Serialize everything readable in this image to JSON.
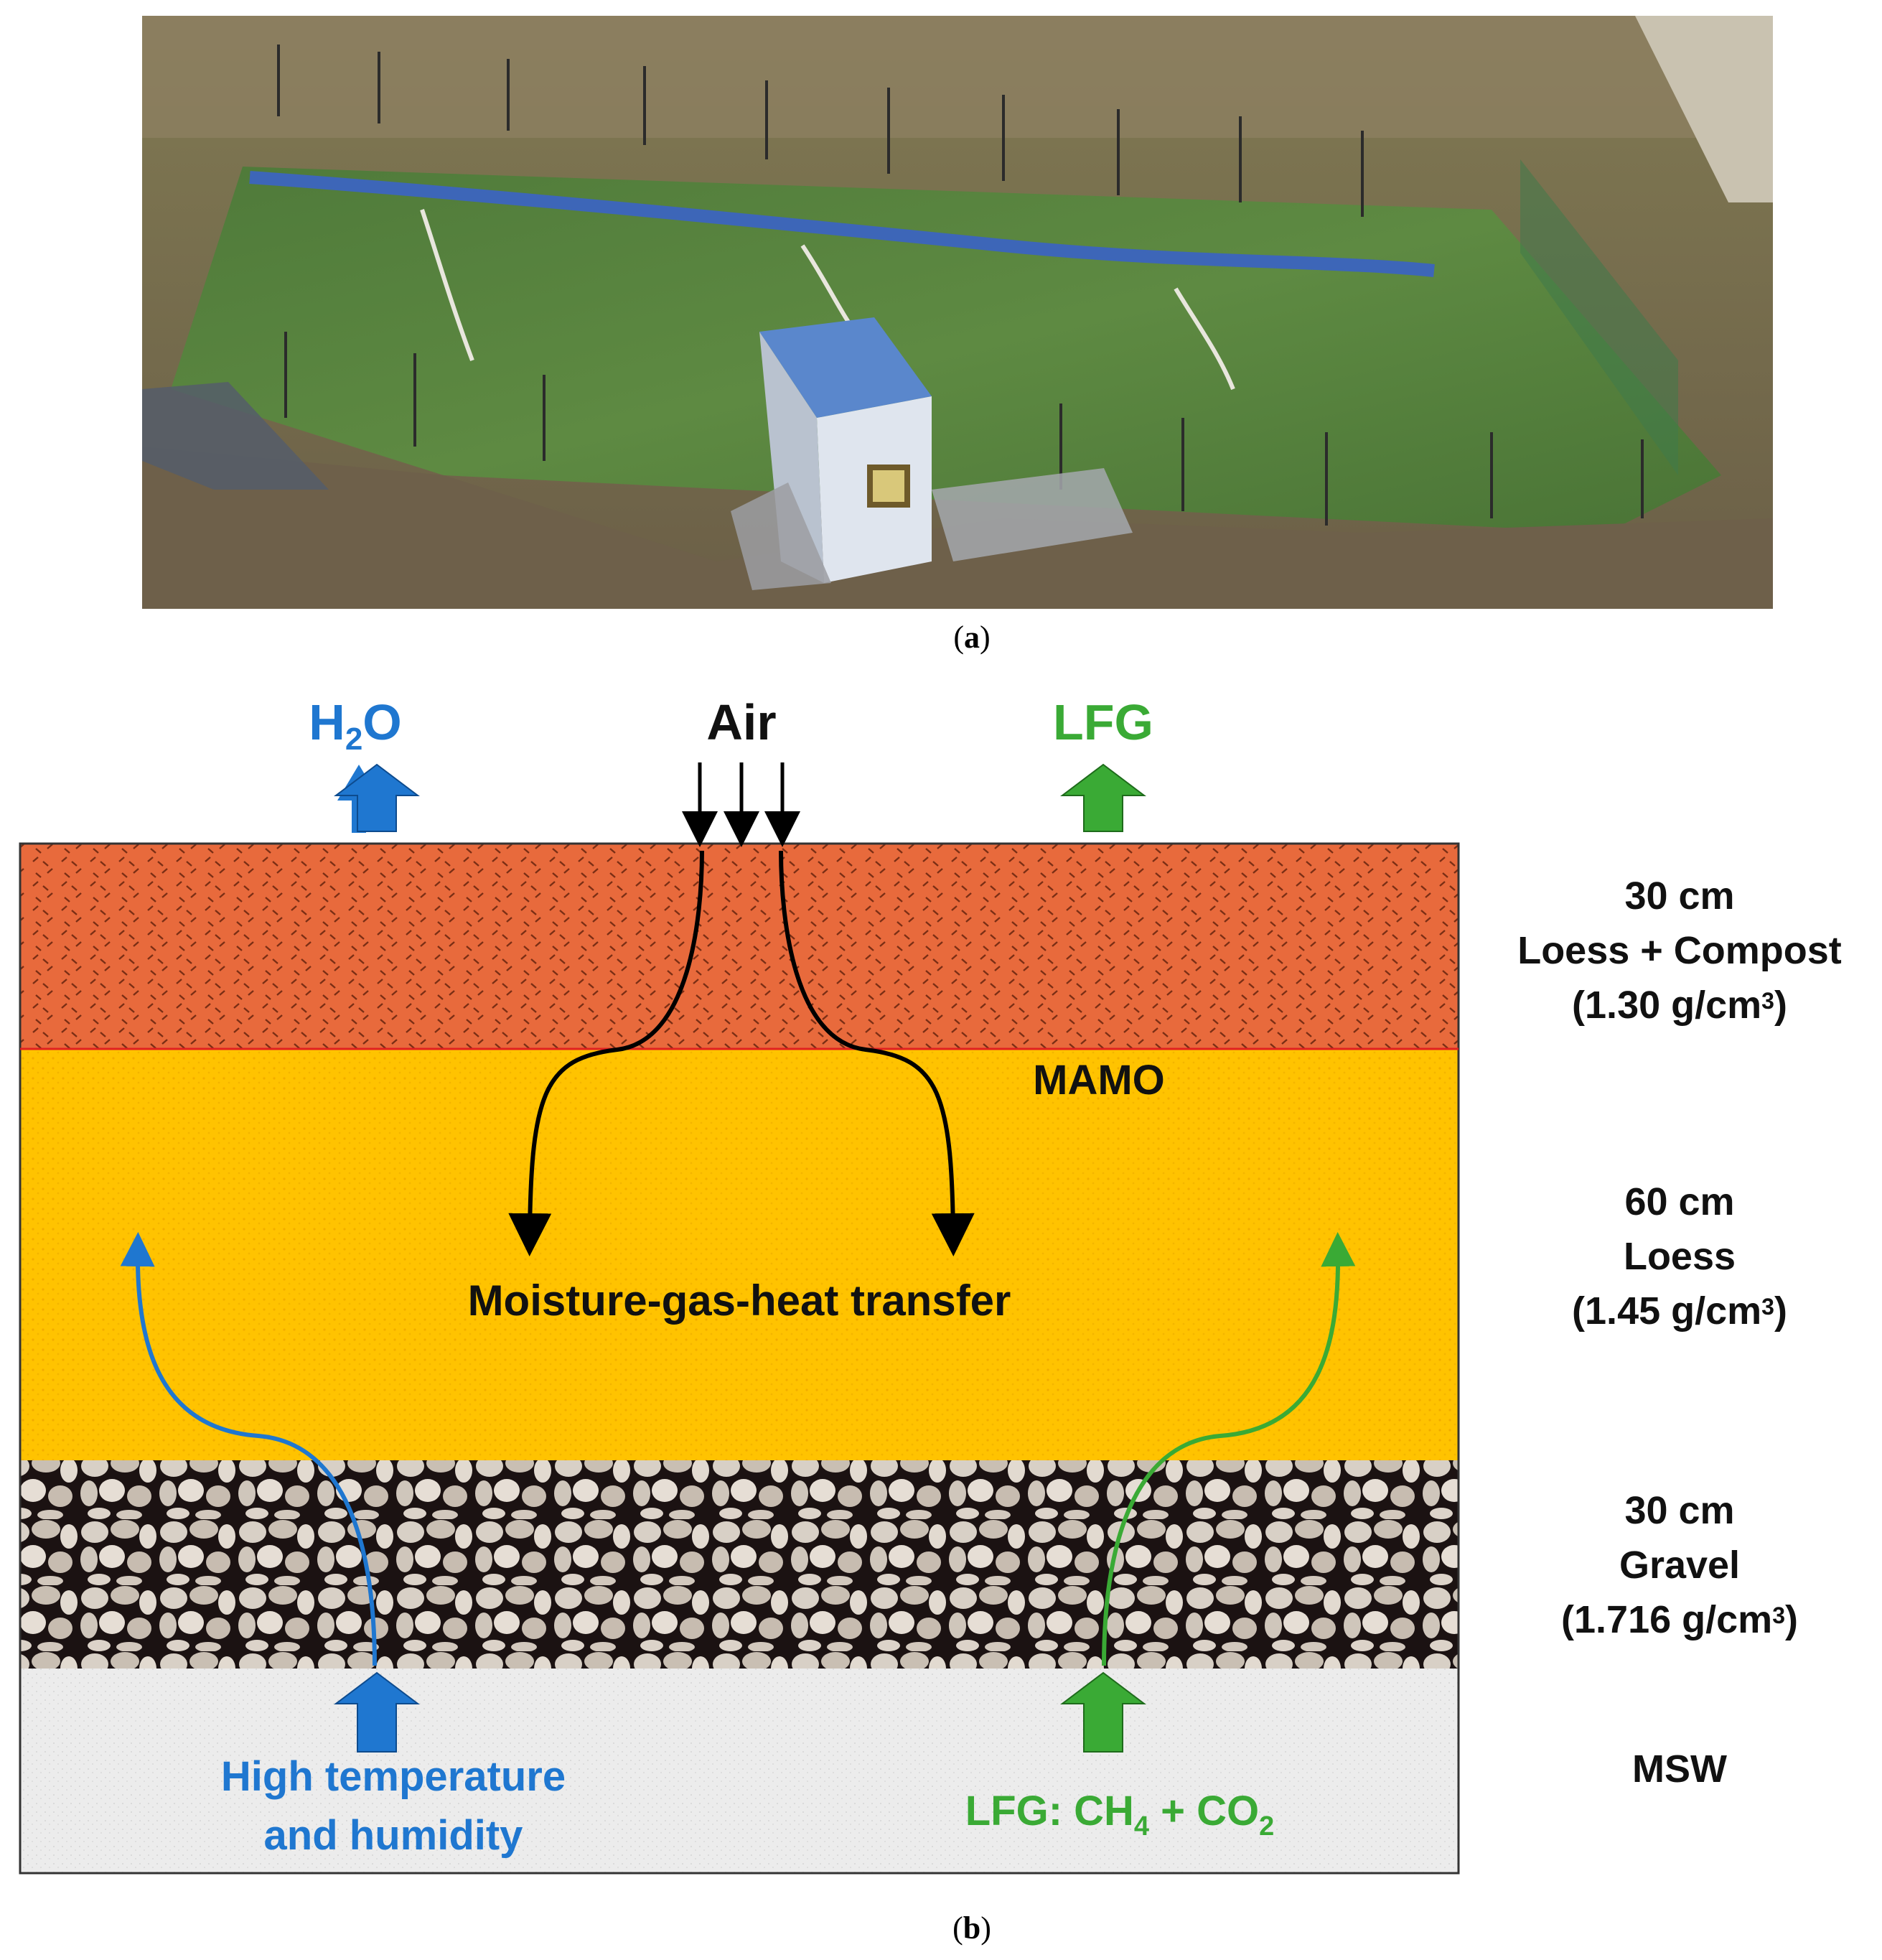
{
  "captions": {
    "a": "a",
    "b": "b"
  },
  "top_labels": {
    "h2o": {
      "main": "H",
      "sub": "2",
      "tail": "O"
    },
    "air": "Air",
    "lfg": "LFG"
  },
  "layers": {
    "top": {
      "thickness": "30 cm",
      "name": "Loess + Compost",
      "density": "(1.30 g/cm",
      "density_sup": "3",
      "density_tail": ")"
    },
    "middle": {
      "thickness": "60 cm",
      "name": "Loess",
      "density": "(1.45 g/cm",
      "density_sup": "3",
      "density_tail": ")"
    },
    "gravel": {
      "thickness": "30 cm",
      "name": "Gravel",
      "density": "(1.716 g/cm",
      "density_sup": "3",
      "density_tail": ")"
    },
    "msw": {
      "name": "MSW"
    }
  },
  "mamo_label": "MAMO",
  "transfer_label": "Moisture-gas-heat  transfer",
  "bottom_labels": {
    "humidity_line1": "High temperature",
    "humidity_line2": "and humidity",
    "lfg_prefix": "LFG: CH",
    "lfg_ch4_sub": "4",
    "lfg_mid": " + CO",
    "lfg_co2_sub": "2"
  },
  "colors": {
    "blue": "#1f77d0",
    "green": "#3aaa35",
    "compost_layer": "#e86a3c",
    "loess_layer": "#ffc300",
    "msw_layer": "#ececec"
  }
}
